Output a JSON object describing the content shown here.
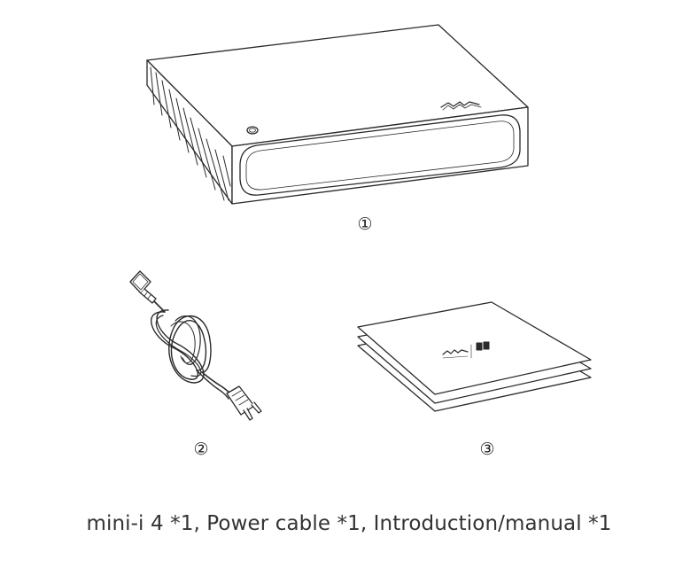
{
  "items": [
    {
      "number": "①",
      "name": "mini-i 4 device"
    },
    {
      "number": "②",
      "name": "power cable"
    },
    {
      "number": "③",
      "name": "introduction manual"
    }
  ],
  "caption": "mini-i 4 *1, Power cable *1, Introduction/manual *1",
  "colors": {
    "line": "#2a2a2a",
    "background": "#ffffff"
  }
}
